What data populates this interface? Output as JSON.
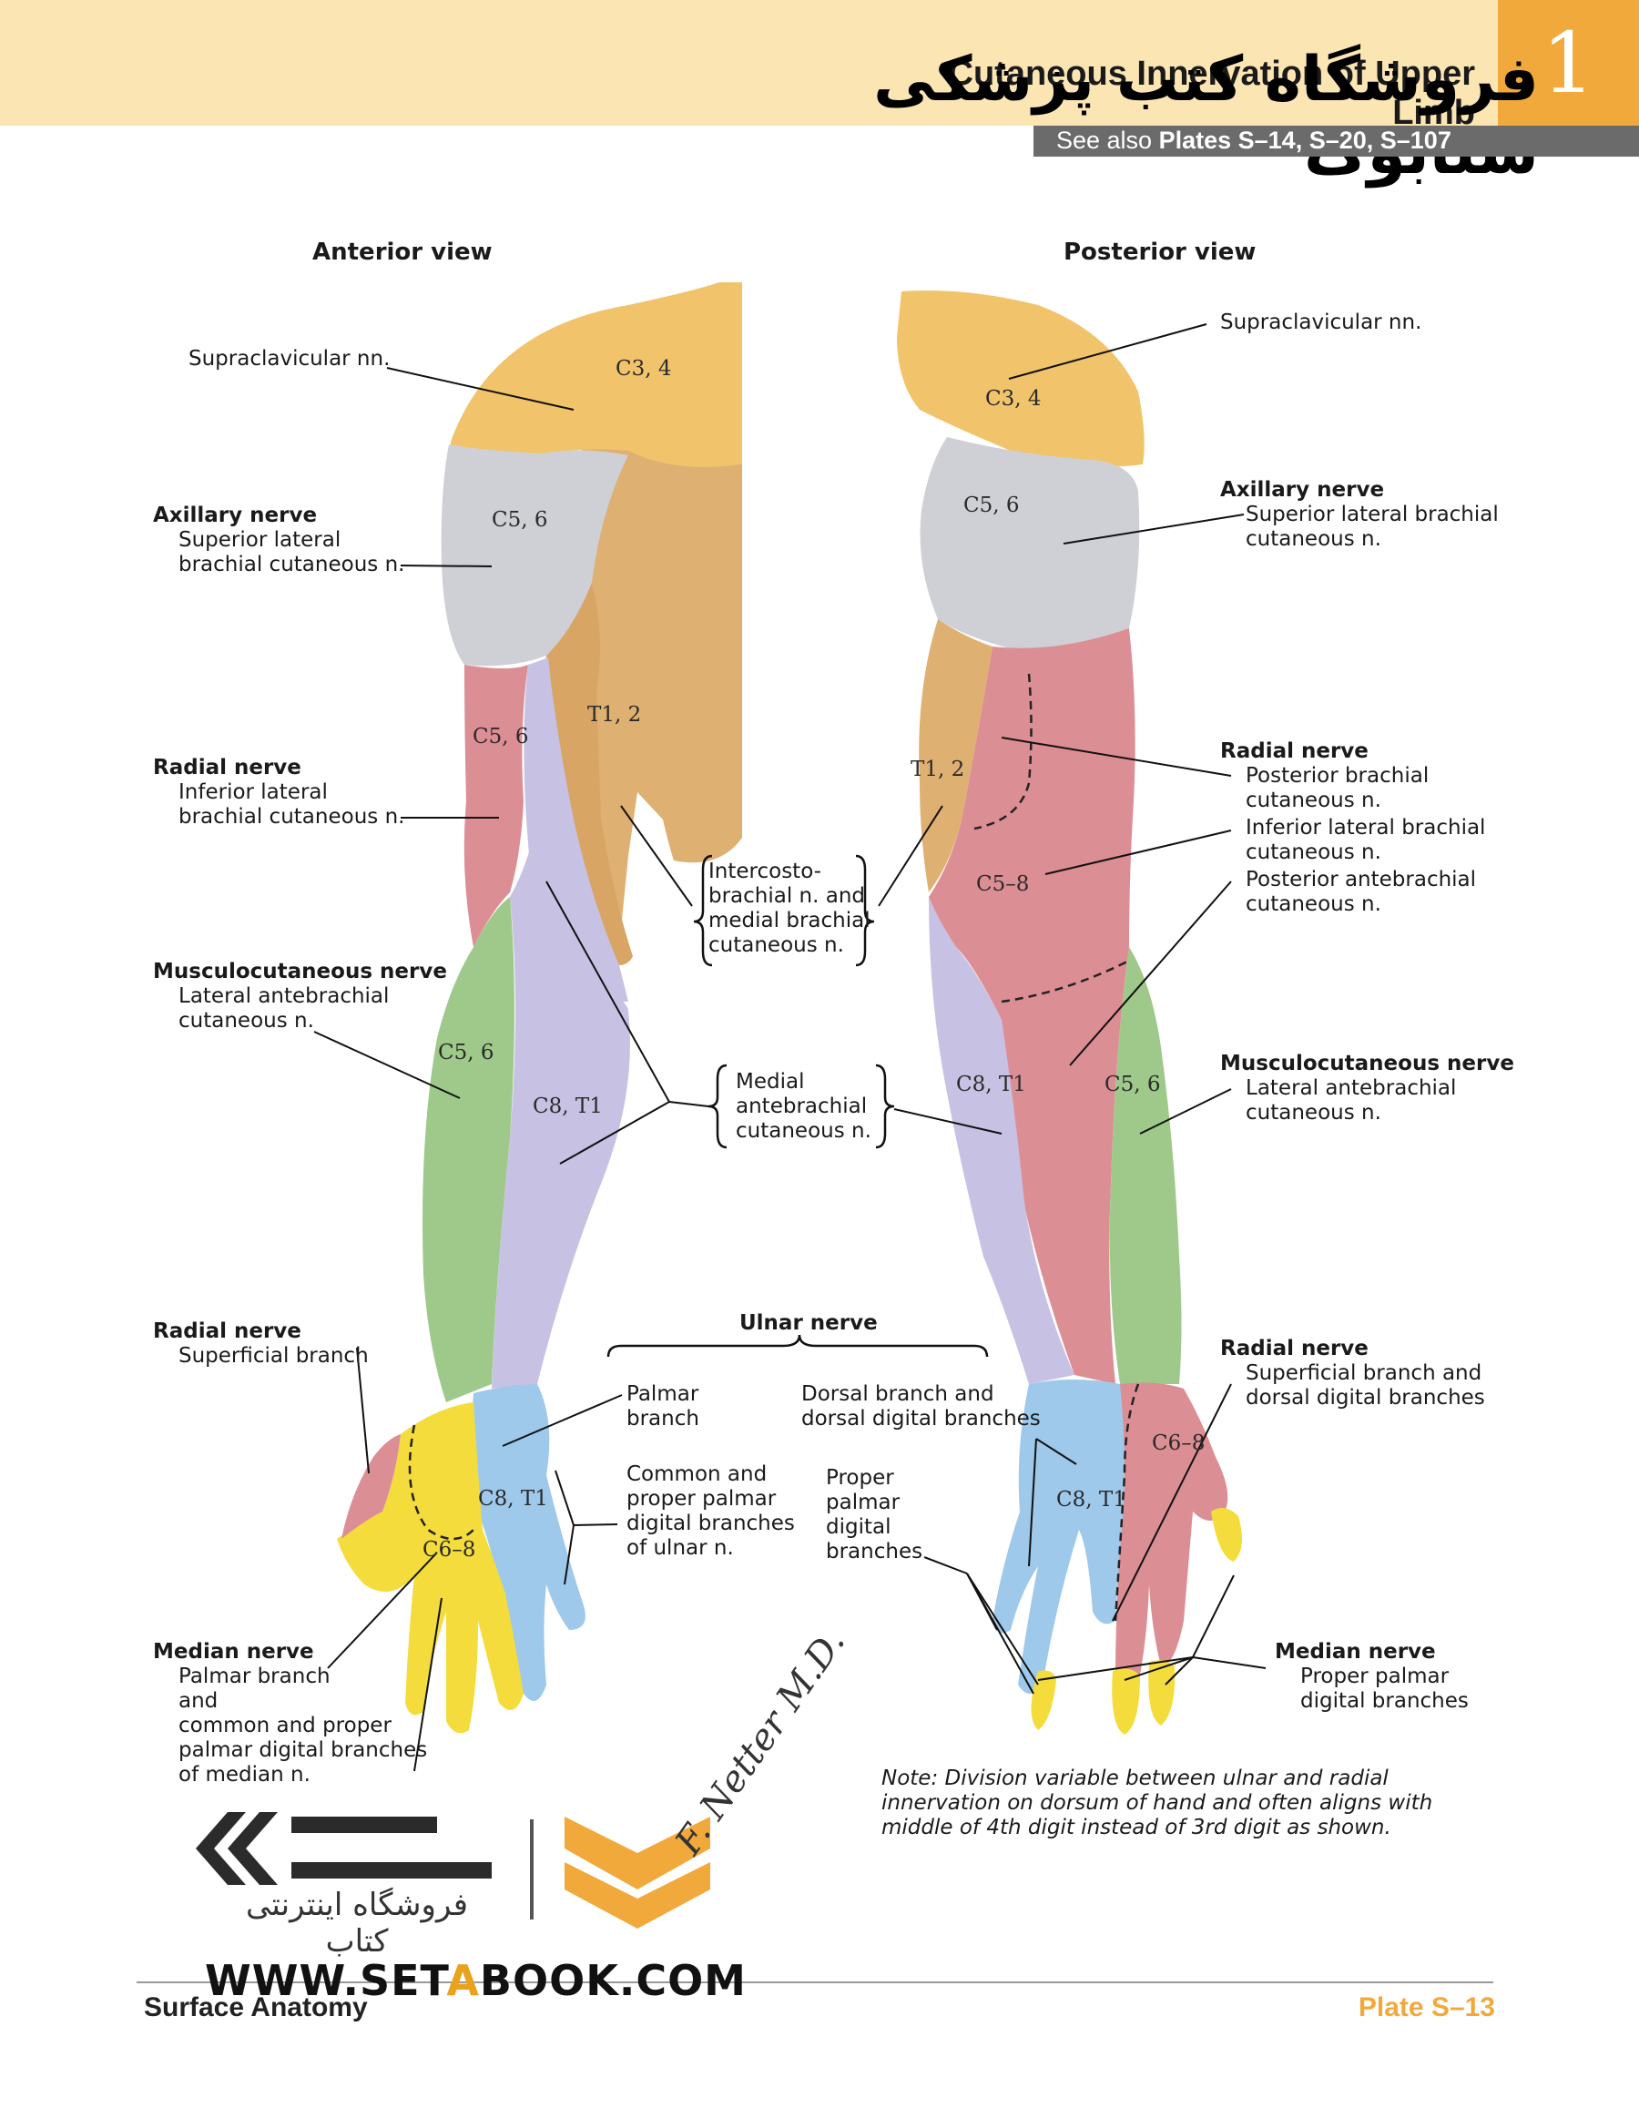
{
  "header": {
    "chapter_number": "1",
    "plate_title": "Cutaneous Innervation of Upper Limb",
    "watermark_text": "فروشگاه کتب پزشکی ستابوک",
    "see_also_prefix": "See also",
    "see_also_plates": "Plates S–14, S–20, S–107"
  },
  "anterior": {
    "title": "Anterior view",
    "labels": {
      "supraclavicular": "Supraclavicular nn.",
      "axillary_head": "Axillary nerve",
      "axillary_sub1": "Superior lateral",
      "axillary_sub2": "brachial cutaneous n.",
      "radial_head": "Radial nerve",
      "radial_sub1": "Inferior lateral",
      "radial_sub2": "brachial cutaneous n.",
      "musculo_head": "Musculocutaneous nerve",
      "musculo_sub1": "Lateral antebrachial",
      "musculo_sub2": "cutaneous n.",
      "radial_sup_head": "Radial nerve",
      "radial_sup_sub": "Superficial branch",
      "median_head": "Median nerve",
      "median_sub1": "Palmar branch",
      "median_sub2": "and",
      "median_sub3": "common and proper",
      "median_sub4": "palmar digital branches",
      "median_sub5": "of median n."
    },
    "zones": {
      "c34": "C3, 4",
      "c56_shoulder": "C5, 6",
      "c56_arm": "C5, 6",
      "t12": "T1, 2",
      "c56_forearm": "C5, 6",
      "c8t1_forearm": "C8, T1",
      "c8t1_hand": "C8, T1",
      "c68_hand": "C6–8"
    }
  },
  "center": {
    "intercosto_1": "Intercosto-",
    "intercosto_2": "brachial n. and",
    "intercosto_3": "medial brachial",
    "intercosto_4": "cutaneous n.",
    "medial_1": "Medial",
    "medial_2": "antebrachial",
    "medial_3": "cutaneous n.",
    "ulnar_head": "Ulnar nerve",
    "palmar_1": "Palmar",
    "palmar_2": "branch",
    "dorsal_1": "Dorsal branch and",
    "dorsal_2": "dorsal digital branches",
    "common_1": "Common and",
    "common_2": "proper palmar",
    "common_3": "digital branches",
    "common_4": "of ulnar n.",
    "proper_1": "Proper",
    "proper_2": "palmar",
    "proper_3": "digital",
    "proper_4": "branches"
  },
  "posterior": {
    "title": "Posterior view",
    "labels": {
      "supraclavicular": "Supraclavicular nn.",
      "axillary_head": "Axillary nerve",
      "axillary_sub1": "Superior lateral brachial",
      "axillary_sub2": "cutaneous n.",
      "radial_head": "Radial nerve",
      "radial_sub1": "Posterior brachial",
      "radial_sub2": "cutaneous n.",
      "radial_sub3": "Inferior lateral brachial",
      "radial_sub4": "cutaneous n.",
      "radial_sub5": "Posterior antebrachial",
      "radial_sub6": "cutaneous n.",
      "musculo_head": "Musculocutaneous nerve",
      "musculo_sub1": "Lateral antebrachial",
      "musculo_sub2": "cutaneous n.",
      "radial_sup_head": "Radial nerve",
      "radial_sup_sub1": "Superficial branch and",
      "radial_sup_sub2": "dorsal digital branches",
      "median_head": "Median nerve",
      "median_sub1": "Proper palmar",
      "median_sub2": "digital branches"
    },
    "zones": {
      "c34": "C3, 4",
      "c56_shoulder": "C5, 6",
      "t12": "T1, 2",
      "c58": "C5–8",
      "c8t1_forearm": "C8, T1",
      "c56_forearm": "C5, 6",
      "c68_hand": "C6–8",
      "c8t1_hand": "C8, T1"
    }
  },
  "note": {
    "line1": "Note: Division variable between ulnar and radial",
    "line2": "innervation on dorsum of hand and often aligns with",
    "line3": "middle of 4th digit instead of 3rd digit as shown."
  },
  "signature": "F. Netter M.D.",
  "footer": {
    "section": "Surface Anatomy",
    "plate": "Plate S–13",
    "url_pre": "WWW.SET",
    "url_a": "A",
    "url_post": "BOOK.COM",
    "shop_fa": "فروشگاه اینترنتی کتاب"
  },
  "colors": {
    "supraclavicular": "#f1c46c",
    "axillary": "#cfd0d5",
    "radial": "#dc8e95",
    "intercostobrachial": "#deb072",
    "musculocutaneous": "#9fc98a",
    "medial_antebrachial": "#c7c1e3",
    "ulnar": "#9ec9ea",
    "median": "#f3dc3c",
    "accent": "#f2a93b"
  }
}
